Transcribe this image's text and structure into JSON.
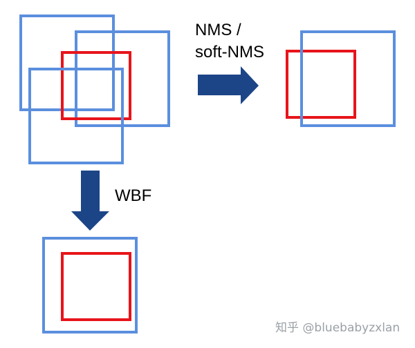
{
  "labels": {
    "nms_line1": "NMS /",
    "nms_line2": "soft-NMS",
    "wbf": "WBF"
  },
  "watermark": "知乎 @bluebabyzxlan",
  "colors": {
    "predicted_box": "#5b8fde",
    "ground_truth_box": "#e8141b",
    "arrow": "#1c4587",
    "text": "#000000",
    "watermark": "#9aa0a6"
  }
}
